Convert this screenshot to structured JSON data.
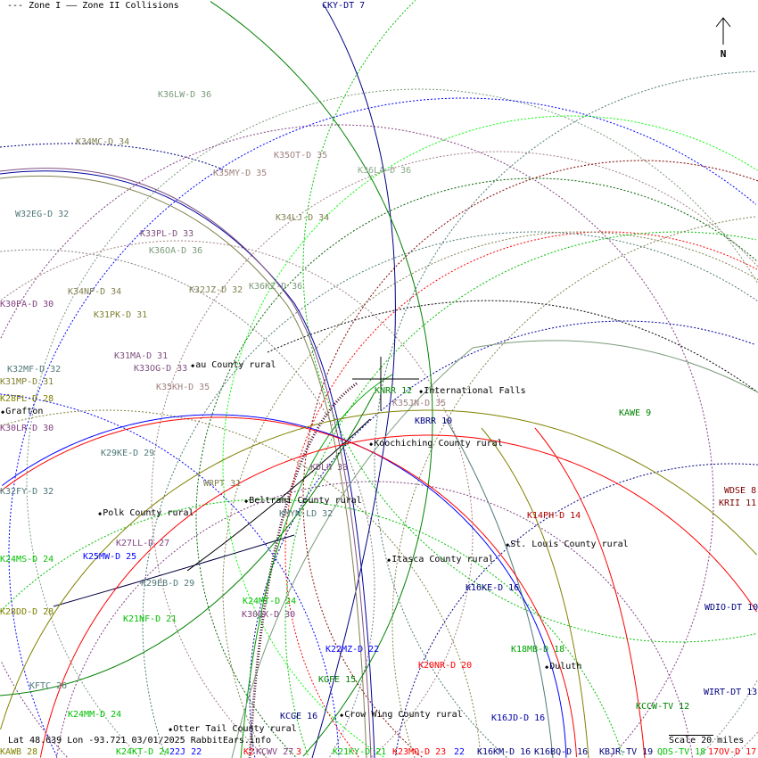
{
  "legend": {
    "zone1": "--- Zone I",
    "zone2": "—— Zone II Collisions"
  },
  "north": "N",
  "status": {
    "coords": "Lat 48.639 Lon -93.721 03/01/2025 RabbitEars.info",
    "scale": "Scale 20 miles"
  },
  "places": [
    "au County rural",
    "Grafton",
    "International Falls",
    "Koochiching County rural",
    "Beltrami County rural",
    "Polk County rural",
    "St. Louis County rural",
    "Itasca County rural",
    "Duluth",
    "Crow Wing County rural",
    "Otter Tail County rural"
  ],
  "stations": [
    {
      "text": "CKY-DT 7",
      "color": "#000080"
    },
    {
      "text": "K36LW-D 36",
      "color": "#7a9a7a"
    },
    {
      "text": "K34MC-D 34",
      "color": "#808050"
    },
    {
      "text": "K35MY-D 35",
      "color": "#a08080"
    },
    {
      "text": "K35OT-D 35",
      "color": "#a08080"
    },
    {
      "text": "K36LA-D 36",
      "color": "#8aaa8a"
    },
    {
      "text": "W32EG-D 32",
      "color": "#507878"
    },
    {
      "text": "K34LJ-D 34",
      "color": "#808050"
    },
    {
      "text": "K33PL-D 33",
      "color": "#805080"
    },
    {
      "text": "K36OA-D 36",
      "color": "#7a9a7a"
    },
    {
      "text": "K32JZ-D 32",
      "color": "#808050"
    },
    {
      "text": "K36KZ-D 36",
      "color": "#7a9a7a"
    },
    {
      "text": "K30PA-D 30",
      "color": "#804080"
    },
    {
      "text": "K34NP-D 34",
      "color": "#808050"
    },
    {
      "text": "K31PK-D 31",
      "color": "#808030"
    },
    {
      "text": "K31MA-D 31",
      "color": "#805080"
    },
    {
      "text": "K33OG-D 33",
      "color": "#805080"
    },
    {
      "text": "K32MF-D 32",
      "color": "#507878"
    },
    {
      "text": "K31MP-D 31",
      "color": "#808030"
    },
    {
      "text": "K35KH-D 35",
      "color": "#a08080"
    },
    {
      "text": "K28PL-D 28",
      "color": "#808000"
    },
    {
      "text": "K30LR-D 30",
      "color": "#804080"
    },
    {
      "text": "KNRR 12",
      "color": "#008000"
    },
    {
      "text": "K35JN-D 35",
      "color": "#a08080"
    },
    {
      "text": "KBRR 10",
      "color": "#000080"
    },
    {
      "text": "KAWE 9",
      "color": "#008000"
    },
    {
      "text": "K29KE-D 29",
      "color": "#507878"
    },
    {
      "text": "KDLH 33",
      "color": "#805080"
    },
    {
      "text": "WRPT 31",
      "color": "#808050"
    },
    {
      "text": "K32FY-D 32",
      "color": "#507878"
    },
    {
      "text": "KMYN-LD 32",
      "color": "#507878"
    },
    {
      "text": "WDSE 8",
      "color": "#800000"
    },
    {
      "text": "KRII 11",
      "color": "#800000"
    },
    {
      "text": "K14PH-D 14",
      "color": "#b00000"
    },
    {
      "text": "K27LL-D 27",
      "color": "#804080"
    },
    {
      "text": "K25MW-D 25",
      "color": "#0000ff"
    },
    {
      "text": "K24MS-D 24",
      "color": "#00c000"
    },
    {
      "text": "K29EB-D 29",
      "color": "#507878"
    },
    {
      "text": "K16KE-D 16",
      "color": "#000080"
    },
    {
      "text": "K24MT-D 24",
      "color": "#00c000"
    },
    {
      "text": "WDIO-DT 10",
      "color": "#000080"
    },
    {
      "text": "K28DD-D 28",
      "color": "#808000"
    },
    {
      "text": "K30QX-D 30",
      "color": "#804080"
    },
    {
      "text": "K21NF-D 21",
      "color": "#00c000"
    },
    {
      "text": "K22MZ-D 22",
      "color": "#0000ff"
    },
    {
      "text": "K18MB-D 18",
      "color": "#00a000"
    },
    {
      "text": "K20NR-D 20",
      "color": "#ff0000"
    },
    {
      "text": "KGFE 15",
      "color": "#008000"
    },
    {
      "text": "KFTC 26",
      "color": "#507878"
    },
    {
      "text": "WIRT-DT 13",
      "color": "#000080"
    },
    {
      "text": "KCCW-TV 12",
      "color": "#008000"
    },
    {
      "text": "K24MM-D 24",
      "color": "#00c000"
    },
    {
      "text": "KCGE 16",
      "color": "#000080"
    },
    {
      "text": "K16JD-D 16",
      "color": "#0000a0"
    },
    {
      "text": "KAWB 28",
      "color": "#808000"
    },
    {
      "text": "K24KT-D 24",
      "color": "#00c000"
    },
    {
      "text": "22J 22",
      "color": "#0000ff"
    },
    {
      "text": "K2",
      "color": "#ff0000"
    },
    {
      "text": "KCWV 27",
      "color": "#804080"
    },
    {
      "text": "3",
      "color": "#ff0000"
    },
    {
      "text": "K21KY-D 21",
      "color": "#00c000"
    },
    {
      "text": "K23MQ-D 23",
      "color": "#ff0000"
    },
    {
      "text": "22",
      "color": "#0000ff"
    },
    {
      "text": "K16KM-D 16",
      "color": "#000080"
    },
    {
      "text": "K16BQ-D 16",
      "color": "#000080"
    },
    {
      "text": "KBJR-TV 19",
      "color": "#000080"
    },
    {
      "text": "QDS-TV 18",
      "color": "#00c000"
    },
    {
      "text": "17OV-D 17",
      "color": "#ff0000"
    }
  ]
}
